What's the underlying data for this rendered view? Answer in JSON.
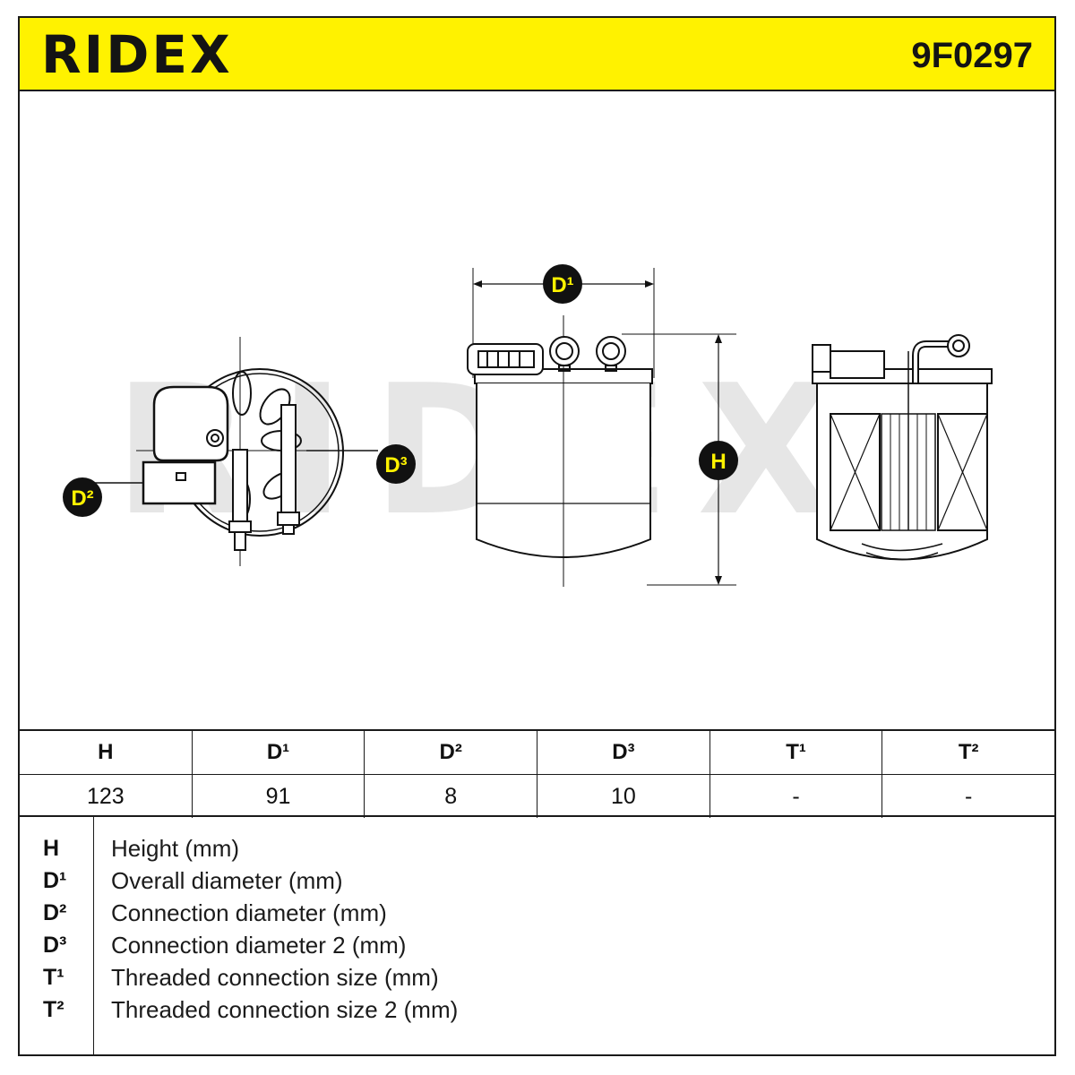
{
  "header": {
    "brand": "RIDEX",
    "part_number": "9F0297"
  },
  "drawing": {
    "labels": {
      "d1": "D¹",
      "d2": "D²",
      "d3": "D³",
      "h": "H"
    },
    "watermark": "RIDEX",
    "accent_color": "#fff200",
    "badge_color": "#111111"
  },
  "spec_table": {
    "headers": [
      "H",
      "D¹",
      "D²",
      "D³",
      "T¹",
      "T²"
    ],
    "values": [
      "123",
      "91",
      "8",
      "10",
      "-",
      "-"
    ]
  },
  "legend": [
    {
      "key": "H",
      "desc": "Height (mm)"
    },
    {
      "key": "D¹",
      "desc": "Overall diameter (mm)"
    },
    {
      "key": "D²",
      "desc": "Connection diameter (mm)"
    },
    {
      "key": "D³",
      "desc": "Connection diameter 2 (mm)"
    },
    {
      "key": "T¹",
      "desc": "Threaded connection size (mm)"
    },
    {
      "key": "T²",
      "desc": "Threaded connection size 2 (mm)"
    }
  ]
}
